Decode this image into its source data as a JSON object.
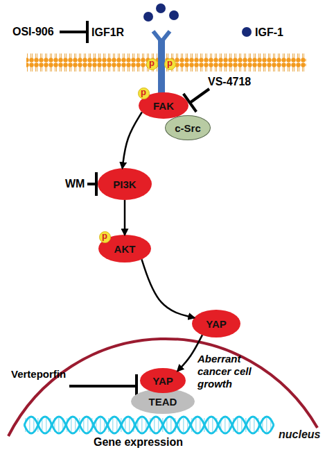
{
  "diagram": {
    "nodes": [
      {
        "text": [
          "p"
        ]
      },
      {
        "text": [
          "p"
        ]
      },
      {
        "text": [
          "p"
        ]
      },
      {
        "text": [
          "FAK"
        ]
      },
      {
        "text": [
          "c-Src"
        ]
      },
      {
        "text": [
          "PI3K"
        ]
      },
      {
        "text": [
          "p"
        ]
      },
      {
        "text": [
          "AKT"
        ]
      },
      {
        "text": [
          "YAP"
        ]
      },
      {
        "text": [
          "nucleus"
        ]
      },
      {
        "text": [
          "YAP"
        ],
        "in": 9
      },
      {
        "text": [
          "TEAD"
        ],
        "in": 9
      }
    ],
    "edges": [
      {
        "from": 3,
        "to": 5,
        "arrow": "to"
      },
      {
        "from": 5,
        "to": 7,
        "arrow": "to"
      },
      {
        "from": 7,
        "to": 8,
        "arrow": "to"
      },
      {
        "from": 8,
        "to": 10,
        "arrow": "to"
      }
    ],
    "labels": [
      "OSI-906",
      "IGF1R",
      "IGF-1",
      "VS-4718",
      "WM",
      "Verteporfin",
      "Aberrant cancer cell growth",
      "Gene expression"
    ]
  }
}
